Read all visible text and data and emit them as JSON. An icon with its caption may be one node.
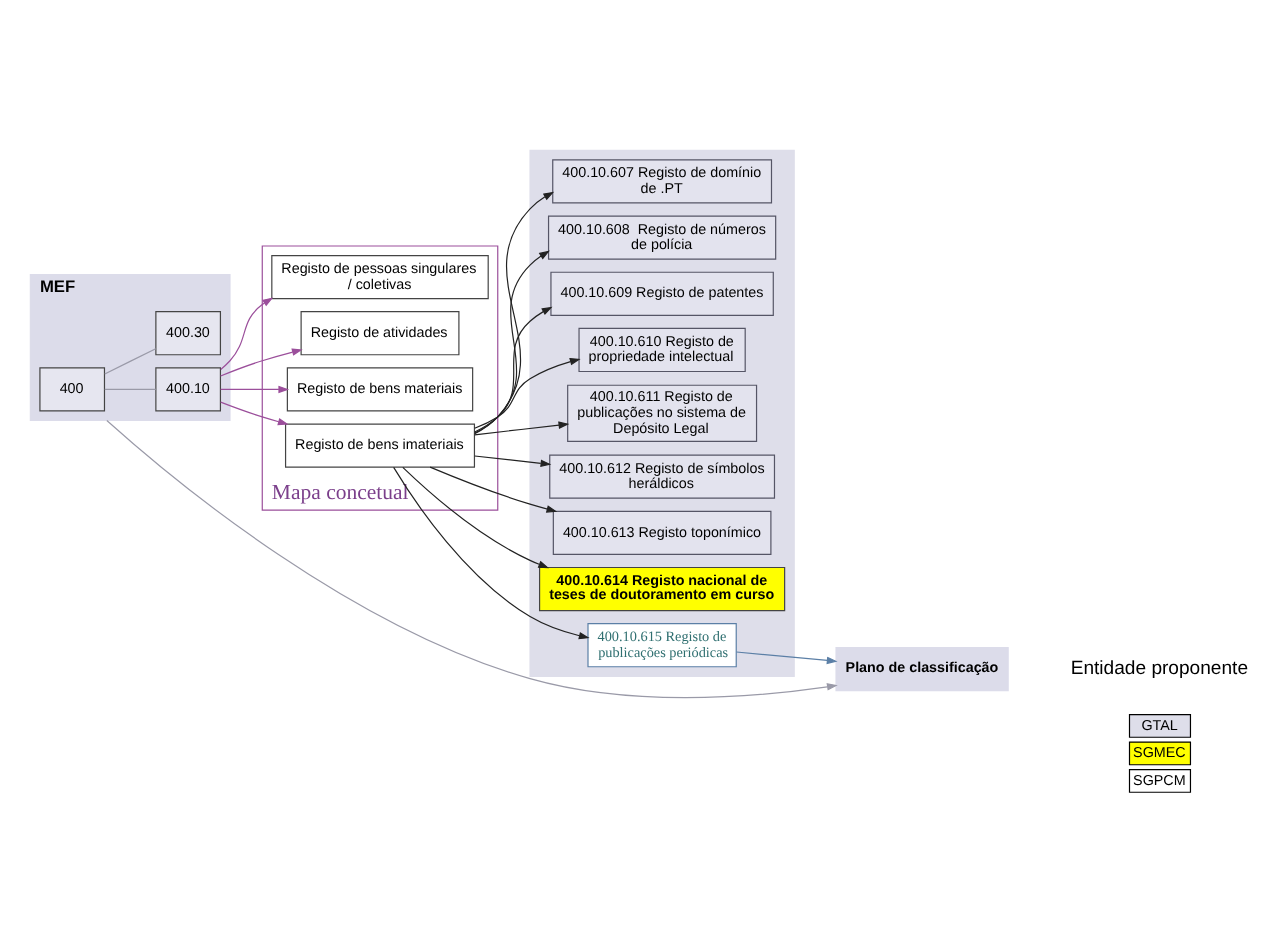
{
  "diagram": {
    "nodes": [
      {
        "text": [
          "MEF"
        ]
      },
      {
        "text": [
          "400"
        ],
        "in": 0
      },
      {
        "text": [
          "400.10"
        ],
        "in": 0
      },
      {
        "text": [
          "400.30"
        ],
        "in": 0
      },
      {
        "text": [
          "Mapa concetual"
        ]
      },
      {
        "text": [
          "Registo de pessoas singulares / coletivas"
        ],
        "in": 4
      },
      {
        "text": [
          "Registo de atividades"
        ],
        "in": 4
      },
      {
        "text": [
          "Registo de bens materiais"
        ],
        "in": 4
      },
      {
        "text": [
          "Registo de bens imateriais"
        ],
        "in": 4
      },
      {
        "text": [],
        "shape": "box"
      },
      {
        "text": [
          "400.10.607 Registo de domínio de .PT"
        ],
        "in": 9
      },
      {
        "text": [
          "400.10.608  Registo de números de polícia"
        ],
        "in": 9
      },
      {
        "text": [
          "400.10.609 Registo de patentes"
        ],
        "in": 9
      },
      {
        "text": [
          "400.10.610 Registo de propriedade intelectual"
        ],
        "in": 9
      },
      {
        "text": [
          "400.10.611 Registo de publicações no sistema de Depósito Legal"
        ],
        "in": 9
      },
      {
        "text": [
          "400.10.612 Registo de símbolos heráldicos"
        ],
        "in": 9
      },
      {
        "text": [
          "400.10.613 Registo toponímico"
        ],
        "in": 9
      },
      {
        "text": [
          "400.10.614 Registo nacional de teses de doutoramento em curso"
        ],
        "in": 9
      },
      {
        "text": [
          "400.10.615 Registo de publicações periódicas"
        ],
        "in": 9
      },
      {
        "text": [
          "Plano de classificação"
        ]
      }
    ],
    "edges": [
      {
        "from": 1,
        "to": 2,
        "arrow": "none",
        "color": "#9a9aa8"
      },
      {
        "from": 1,
        "to": 3,
        "arrow": "none",
        "color": "#9a9aa8"
      },
      {
        "from": 2,
        "to": 5,
        "arrow": "to",
        "color": "#9b4f9b"
      },
      {
        "from": 2,
        "to": 6,
        "arrow": "to",
        "color": "#9b4f9b"
      },
      {
        "from": 2,
        "to": 7,
        "arrow": "to",
        "color": "#9b4f9b"
      },
      {
        "from": 2,
        "to": 8,
        "arrow": "to",
        "color": "#9b4f9b"
      },
      {
        "from": 8,
        "to": 10,
        "arrow": "to"
      },
      {
        "from": 8,
        "to": 11,
        "arrow": "to"
      },
      {
        "from": 8,
        "to": 12,
        "arrow": "to"
      },
      {
        "from": 8,
        "to": 13,
        "arrow": "to"
      },
      {
        "from": 8,
        "to": 14,
        "arrow": "to"
      },
      {
        "from": 8,
        "to": 15,
        "arrow": "to"
      },
      {
        "from": 8,
        "to": 16,
        "arrow": "to"
      },
      {
        "from": 8,
        "to": 17,
        "arrow": "to"
      },
      {
        "from": 8,
        "to": 18,
        "arrow": "to"
      },
      {
        "from": 0,
        "to": 19,
        "arrow": "to",
        "color": "#9a9aa8"
      },
      {
        "from": 18,
        "to": 19,
        "arrow": "to",
        "color": "#5b7fa6"
      }
    ],
    "labels": [
      "Entidade proponente"
    ],
    "legend": [
      {
        "text": "GTAL",
        "color": "#dedeea"
      },
      {
        "text": "SGMEC",
        "color": "#ffff00"
      },
      {
        "text": "SGPCM",
        "color": "#ffffff"
      }
    ]
  }
}
